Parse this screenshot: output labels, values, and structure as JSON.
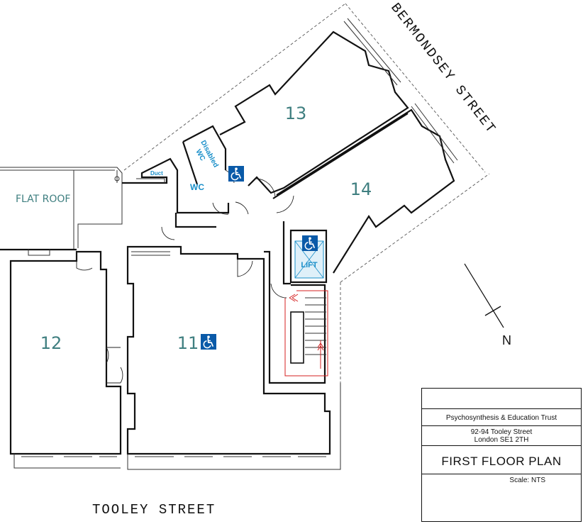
{
  "rooms": {
    "r11": "11",
    "r12": "12",
    "r13": "13",
    "r14": "14"
  },
  "labels": {
    "flat_roof": "FLAT ROOF",
    "duct": "Duct",
    "wc": "WC",
    "disabled_wc_line1": "Disabled",
    "disabled_wc_line2": "WC",
    "lift": "LIFT",
    "north": "N"
  },
  "streets": {
    "tooley": "TOOLEY STREET",
    "bermondsey": "BERMONDSEY STREET"
  },
  "title_block": {
    "organisation": "Psychosynthesis & Education Trust",
    "address_line1": "92-94 Tooley Street",
    "address_line2": "London SE1 2TH",
    "drawing_title": "FIRST FLOOR PLAN",
    "scale": "Scale: NTS"
  },
  "colors": {
    "room_number": "#3f7f80",
    "accessibility_blue": "#0a5aa8",
    "label_blue": "#1a8fc9",
    "escape_red": "#d42020"
  },
  "icons": [
    "wheelchair-icon",
    "north-arrow-icon",
    "stair-arrow-icon"
  ]
}
